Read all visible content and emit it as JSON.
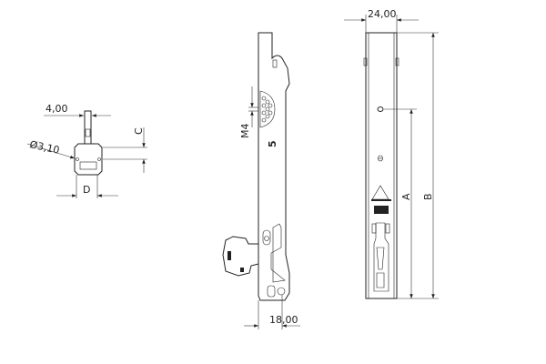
{
  "drawing": {
    "side_view": {
      "width_dim": "4,00",
      "hole_dim": "Ø3,10",
      "height_label": "C",
      "width_label": "D"
    },
    "front_view": {
      "thread_label": "M4",
      "part_mark": "5",
      "depth_dim": "18,00"
    },
    "edge_view": {
      "width_dim": "24,00",
      "hole_height_label": "A",
      "total_height_label": "B"
    }
  }
}
